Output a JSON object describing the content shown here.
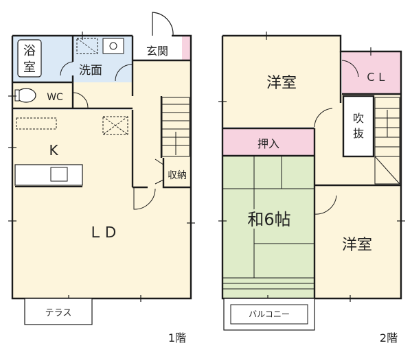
{
  "floor1": {
    "bath": "浴室",
    "bath_top": "浴",
    "bath_bottom": "室",
    "washroom": "洗面",
    "entrance": "玄関",
    "wc": "WC",
    "kitchen": "K",
    "storage": "収納",
    "living_dining": "ＬＤ",
    "terrace": "テラス",
    "floor_label": "1階"
  },
  "floor2": {
    "western_room_1": "洋室",
    "closet": "ＣＬ",
    "void": "吹抜",
    "void_top": "吹",
    "void_bottom": "抜",
    "oshiire": "押入",
    "japanese_room": "和6帖",
    "western_room_2": "洋室",
    "balcony": "バルコニー",
    "floor_label": "2階"
  },
  "colors": {
    "wall": "#1a1a1a",
    "floor_beige": "#fdf5dc",
    "wet_area_blue": "#dbe9f6",
    "closet_pink": "#f7d3e0",
    "tatami_green": "#dfecc9"
  }
}
